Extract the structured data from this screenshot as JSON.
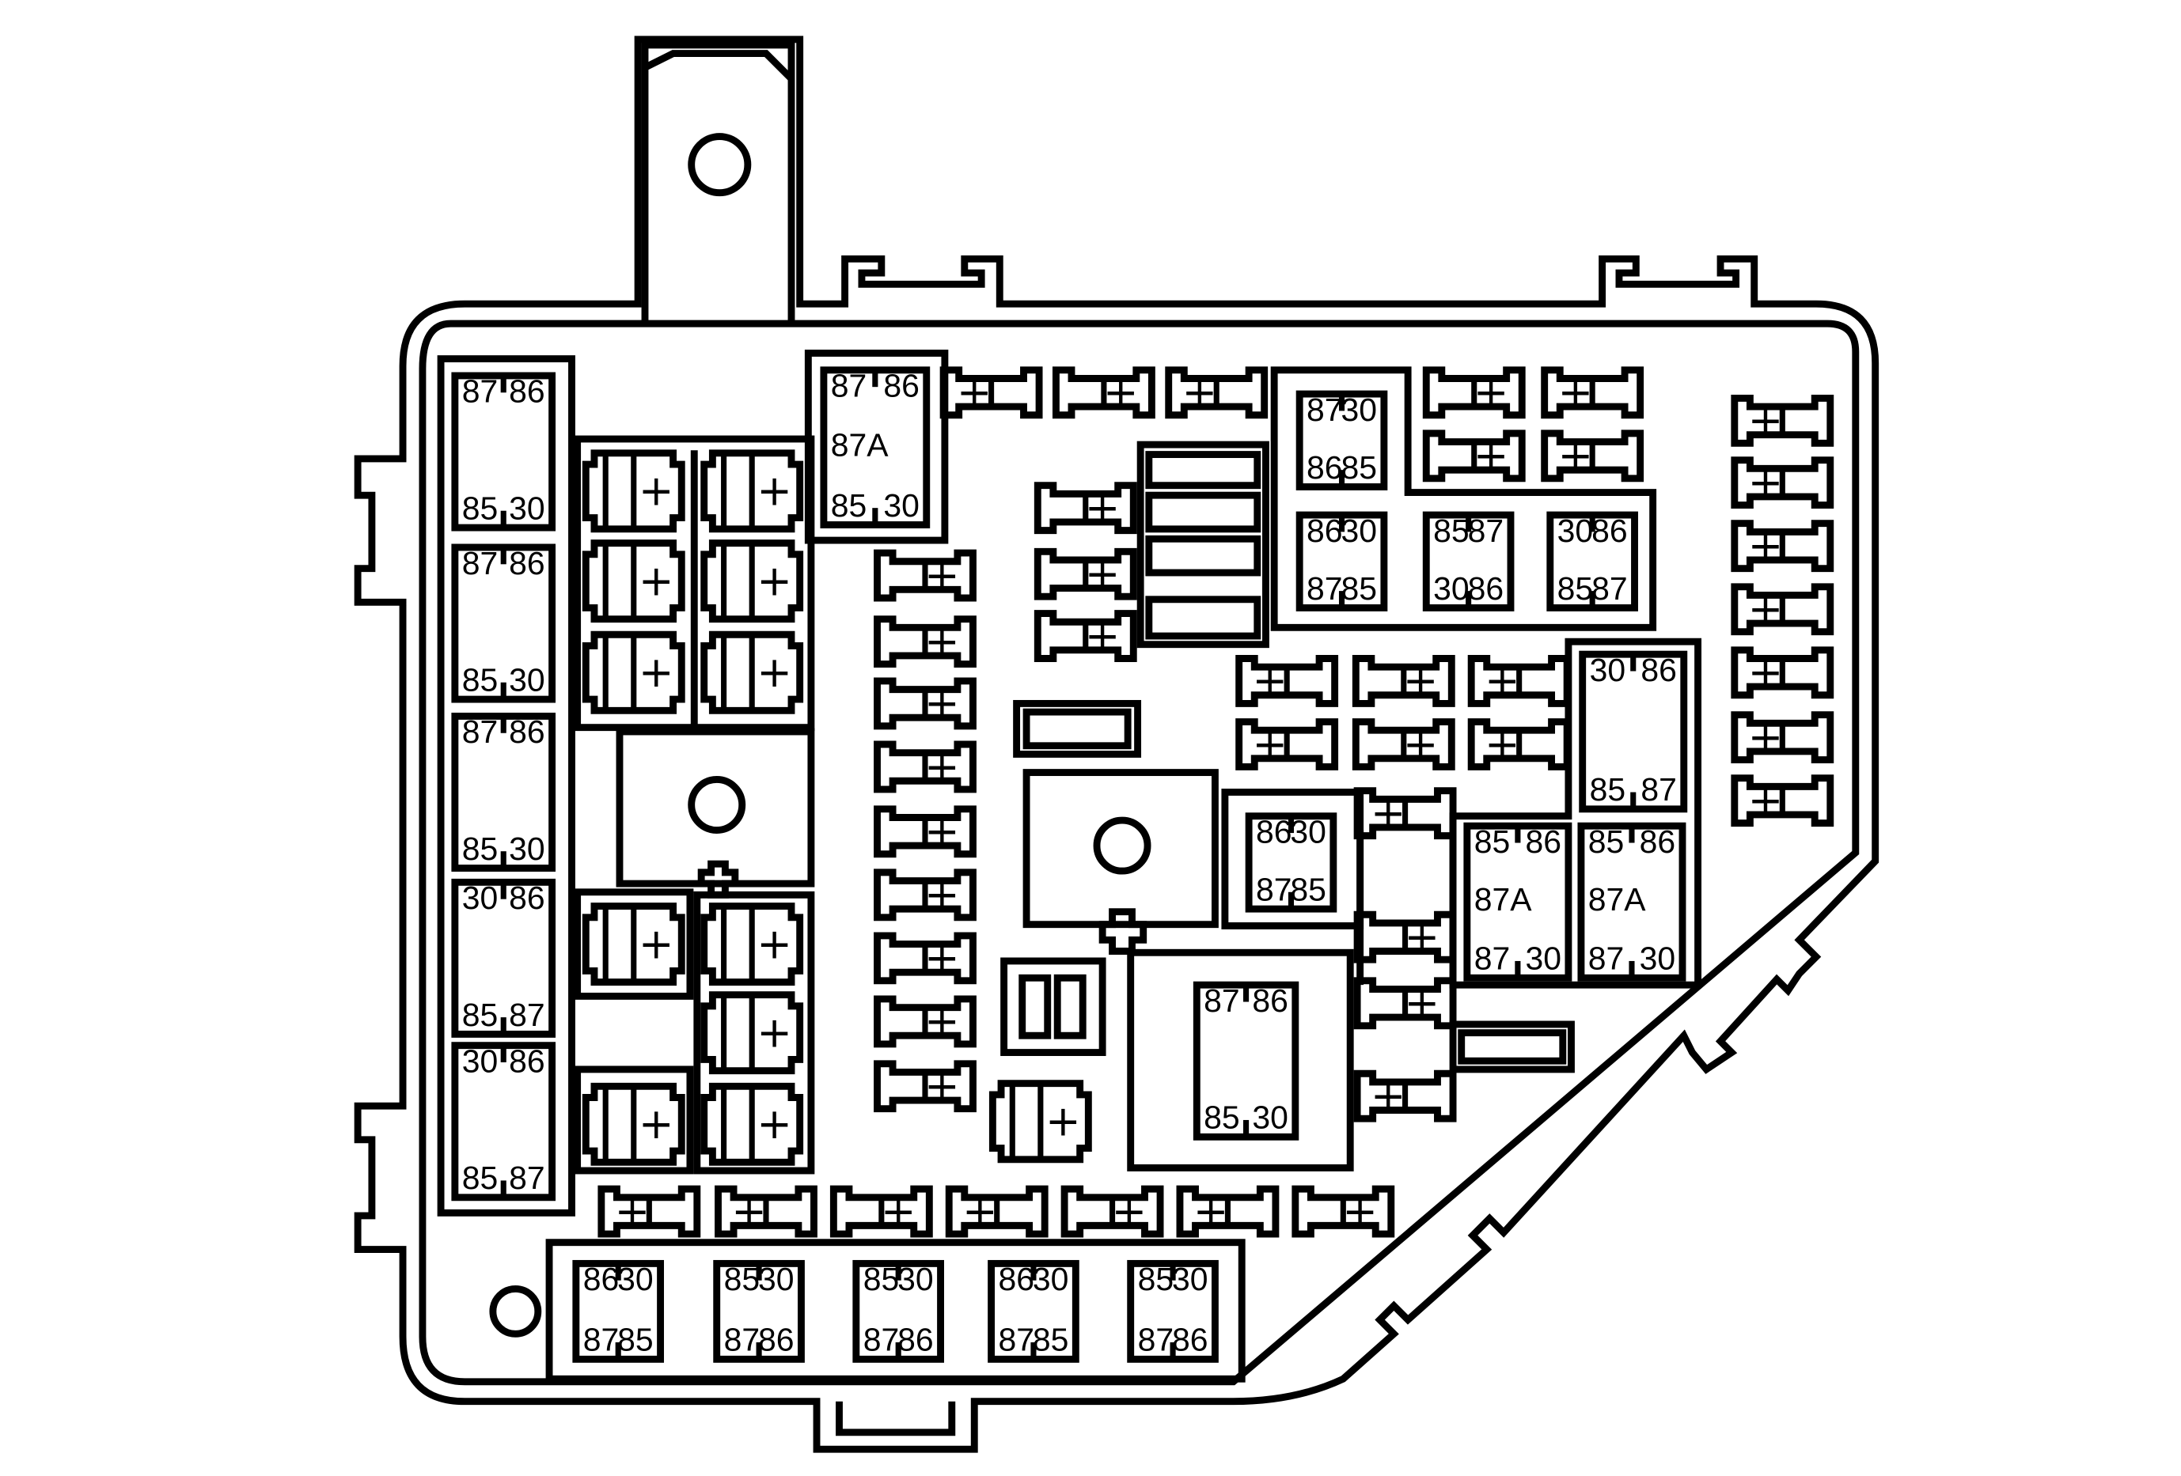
{
  "relays": [
    {
      "pins": [
        "87",
        "86",
        "85",
        "30"
      ]
    },
    {
      "pins": [
        "87",
        "86",
        "85",
        "30"
      ]
    },
    {
      "pins": [
        "87",
        "86",
        "85",
        "30"
      ]
    },
    {
      "pins": [
        "30",
        "86",
        "85",
        "87"
      ]
    },
    {
      "pins": [
        "30",
        "86",
        "85",
        "87"
      ]
    },
    {
      "pins": [
        "87",
        "86",
        "85",
        "30"
      ],
      "mid": "87A"
    },
    {
      "pins": [
        "87",
        "30",
        "86",
        "85"
      ]
    },
    {
      "pins": [
        "86",
        "30",
        "87",
        "85"
      ]
    },
    {
      "pins": [
        "85",
        "87",
        "30",
        "86"
      ]
    },
    {
      "pins": [
        "30",
        "86",
        "85",
        "87"
      ]
    },
    {
      "pins": [
        "30",
        "86",
        "85",
        "87"
      ]
    },
    {
      "pins": [
        "86",
        "30",
        "87",
        "85"
      ]
    },
    {
      "pins": [
        "85",
        "86",
        "87",
        "30"
      ],
      "mid": "87A"
    },
    {
      "pins": [
        "85",
        "86",
        "87",
        "30"
      ],
      "mid": "87A"
    },
    {
      "pins": [
        "87",
        "86",
        "85",
        "30"
      ]
    },
    {
      "pins": [
        "86",
        "30",
        "87",
        "85"
      ]
    },
    {
      "pins": [
        "85",
        "30",
        "87",
        "86"
      ]
    },
    {
      "pins": [
        "85",
        "30",
        "87",
        "86"
      ]
    },
    {
      "pins": [
        "86",
        "30",
        "87",
        "85"
      ]
    },
    {
      "pins": [
        "85",
        "30",
        "87",
        "86"
      ]
    }
  ],
  "fuse_symbol": "+"
}
